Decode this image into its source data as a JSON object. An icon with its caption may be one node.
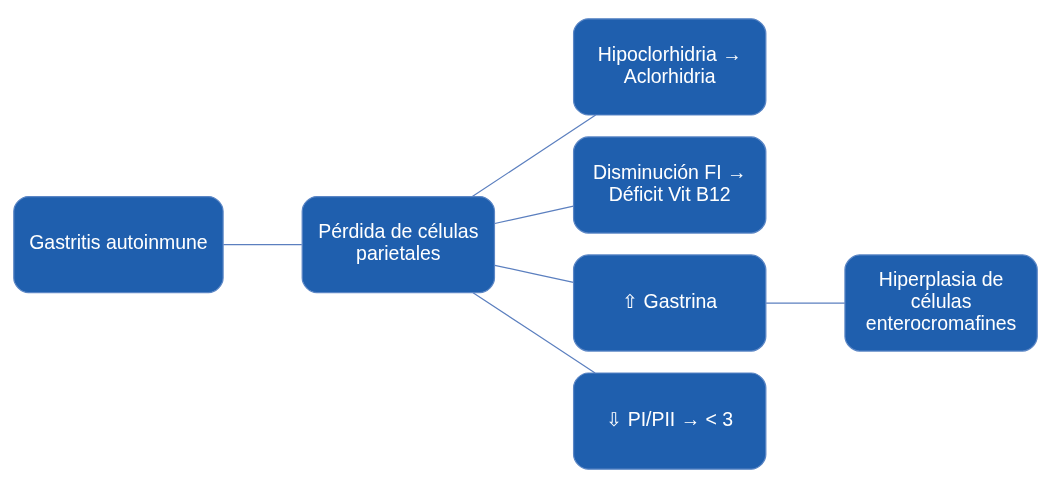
{
  "diagram": {
    "nodes": [
      {
        "text": [
          "Gastritis autoinmune"
        ]
      },
      {
        "text": [
          "Pérdida de células parietales"
        ]
      },
      {
        "text": [
          "Hipoclorhidria → Aclorhidria"
        ]
      },
      {
        "text": [
          "Disminución FI → Déficit Vit B12"
        ]
      },
      {
        "text": [
          "⇧ Gastrina"
        ]
      },
      {
        "text": [
          "⇩ PI/PII → < 3"
        ]
      },
      {
        "text": [
          "Hiperplasia de células enterocromafines"
        ]
      }
    ],
    "edges": [
      {
        "from": 0,
        "to": 1,
        "arrow": "none"
      },
      {
        "from": 1,
        "to": 2,
        "arrow": "none"
      },
      {
        "from": 1,
        "to": 3,
        "arrow": "none"
      },
      {
        "from": 1,
        "to": 4,
        "arrow": "none"
      },
      {
        "from": 1,
        "to": 5,
        "arrow": "none"
      },
      {
        "from": 4,
        "to": 6,
        "arrow": "none"
      }
    ]
  }
}
